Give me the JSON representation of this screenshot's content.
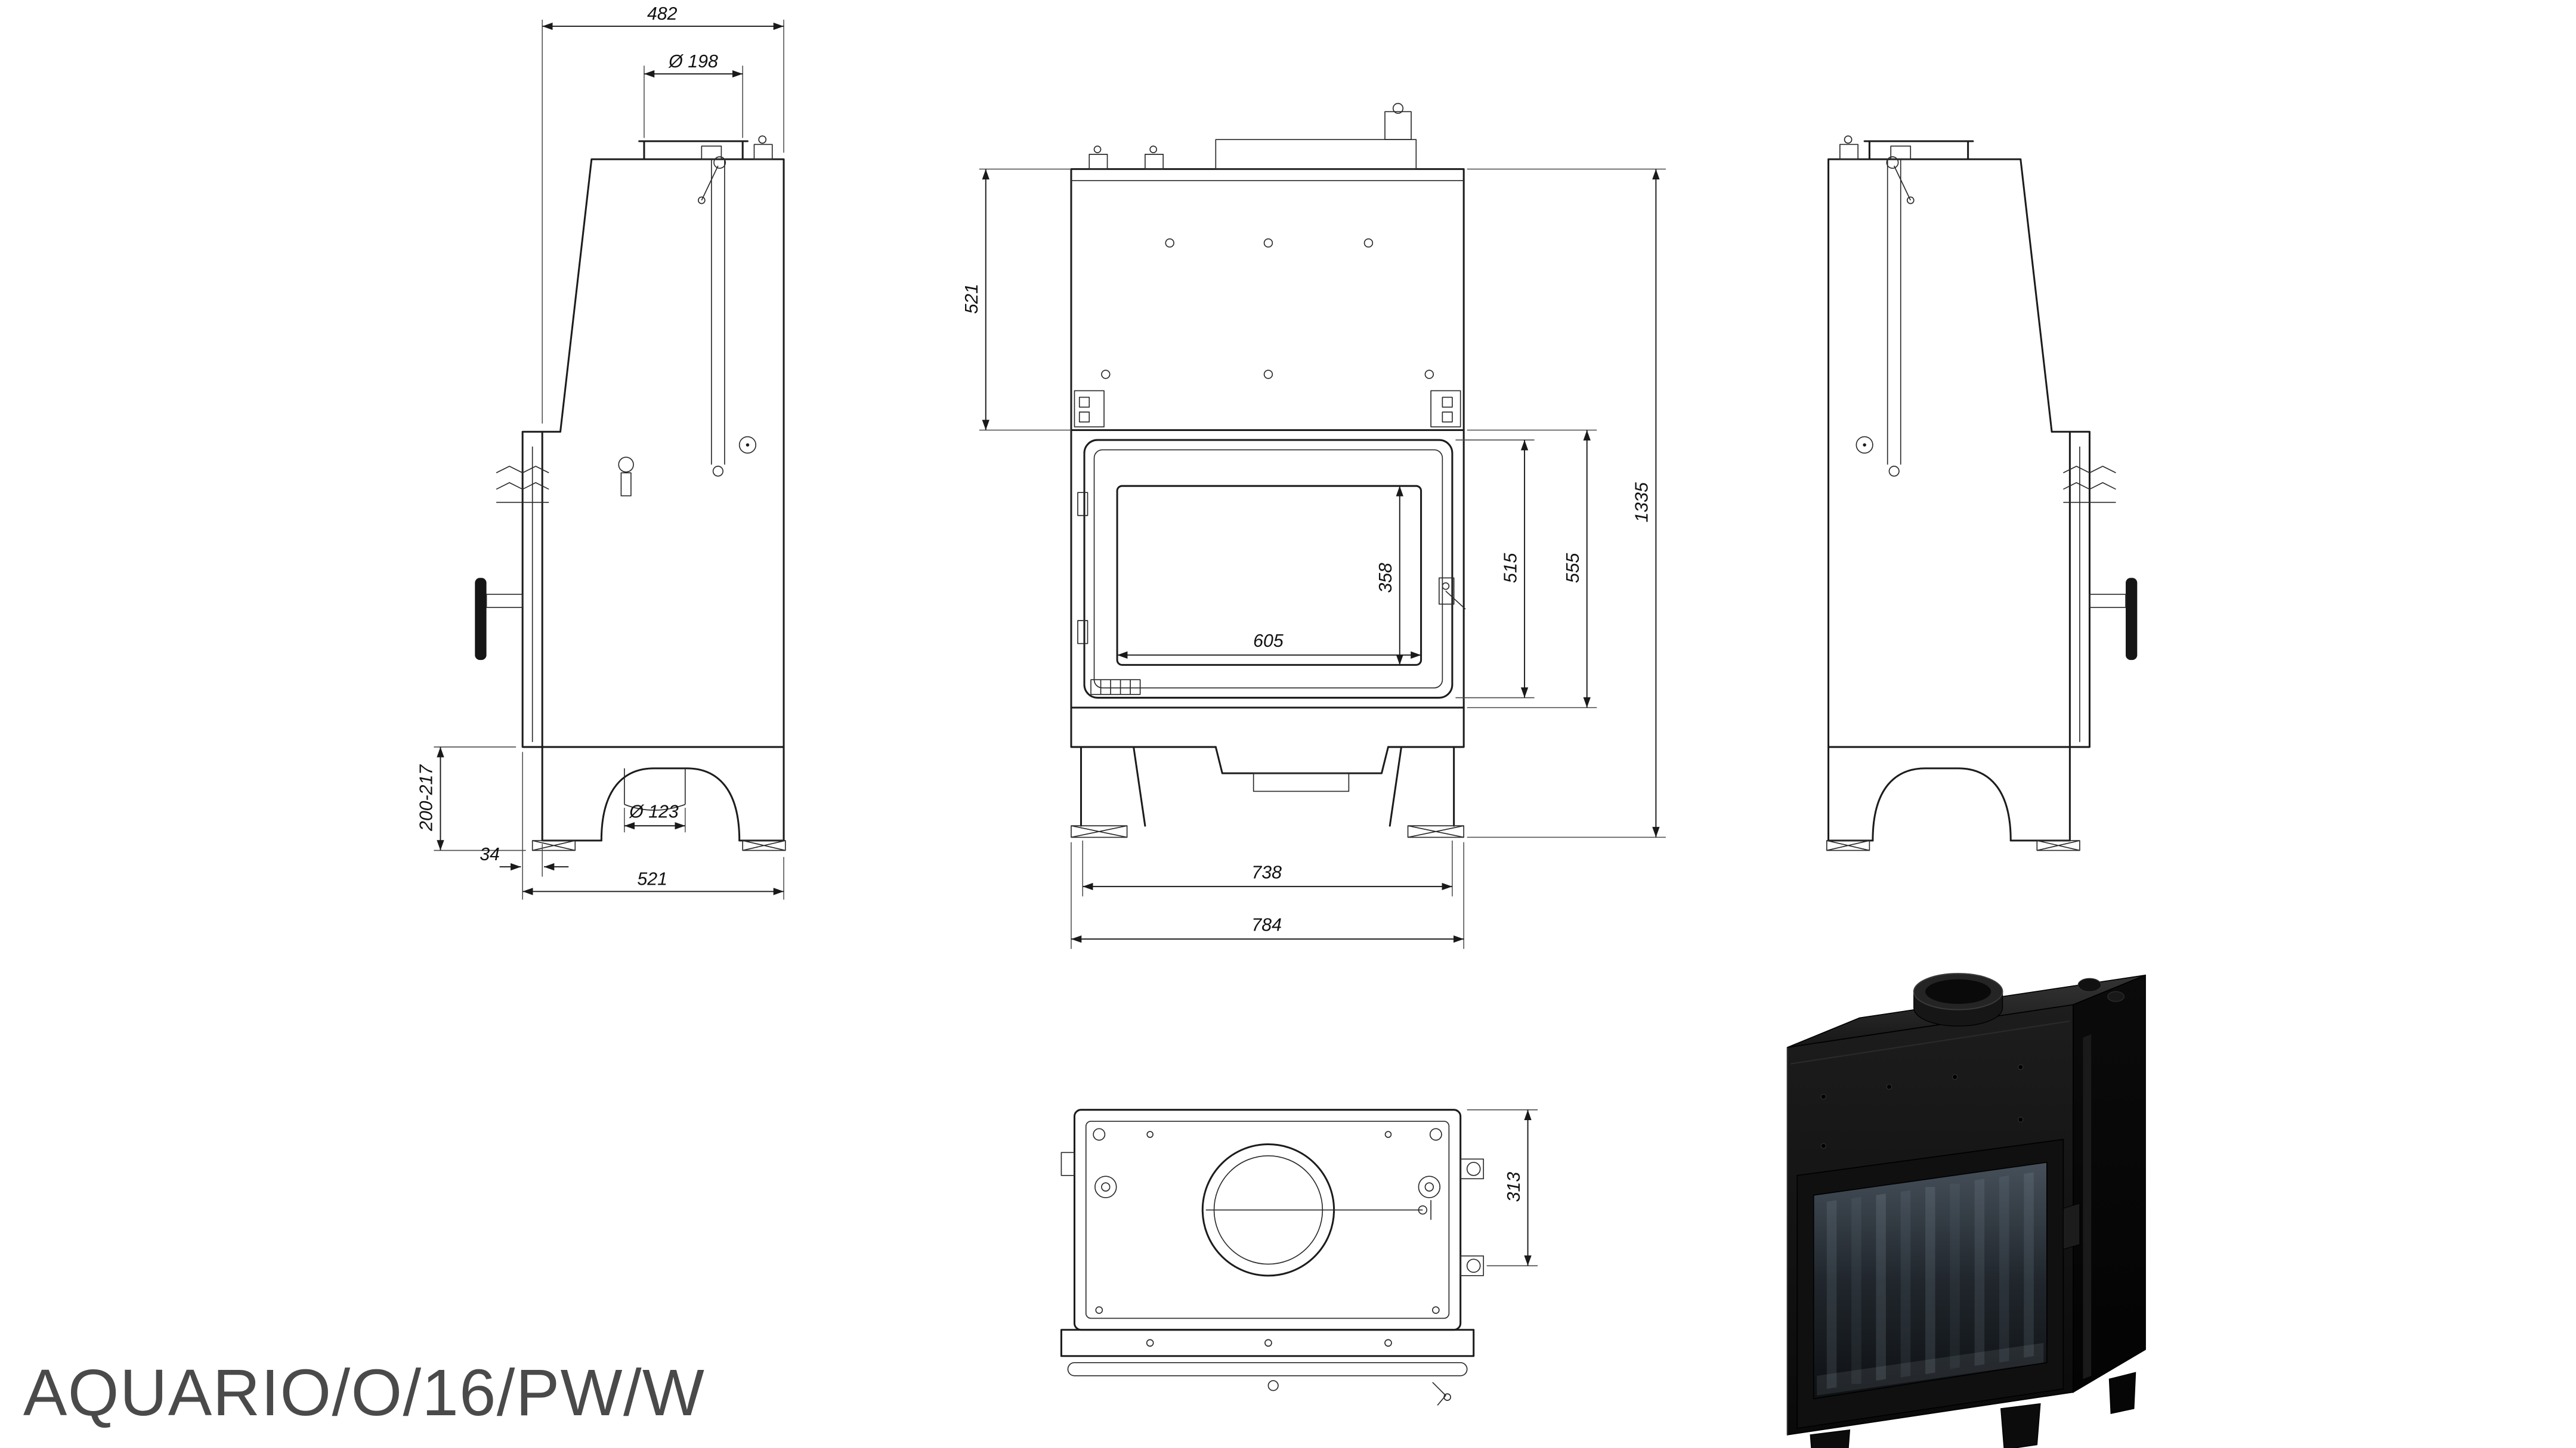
{
  "title": "AQUARIO/O/16/PW/W",
  "dimensions": {
    "side_view": {
      "overall_depth": "482",
      "flue_diameter": "Ø 198",
      "base_depth": "521",
      "air_intake_diameter": "Ø 123",
      "leg_height_range": "200-217",
      "front_offset": "34"
    },
    "front_view": {
      "upper_section_height": "521",
      "glass_width": "605",
      "glass_height": "358",
      "door_height": "515",
      "firebox_section_height": "555",
      "overall_height": "1335",
      "feet_spacing": "738",
      "overall_width": "784"
    },
    "top_view": {
      "flue_axis_depth": "313"
    }
  },
  "colors": {
    "drawing_line": "#1c1c1c",
    "dimension_text": "#111111",
    "title_text": "#4a4a4a",
    "product_body": "#0b0b0b"
  }
}
